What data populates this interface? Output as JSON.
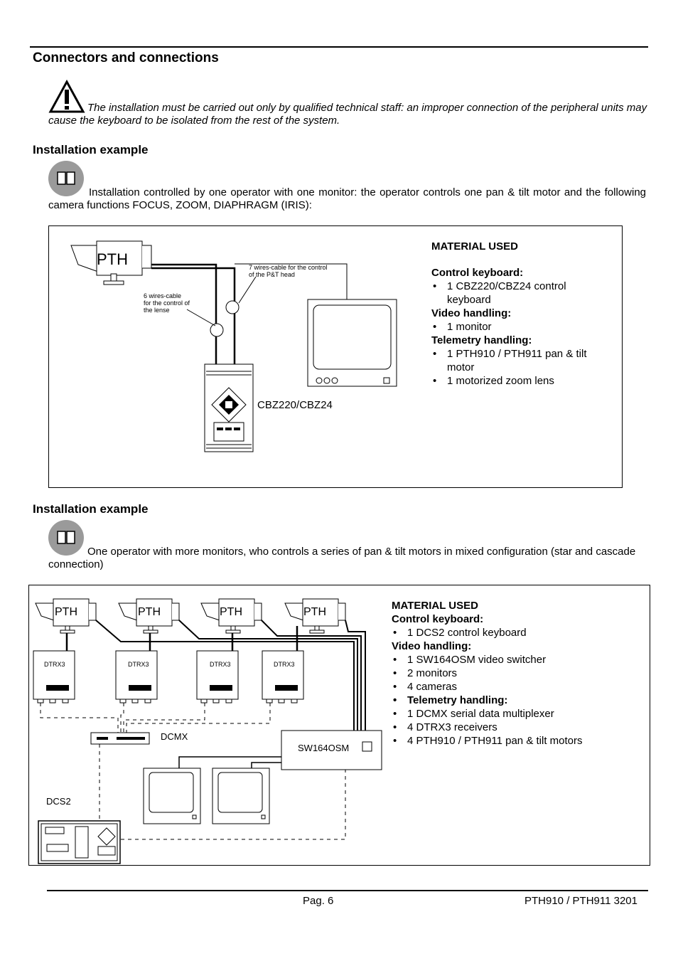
{
  "page": {
    "title": "Connectors and connections",
    "warning_text": "The installation must be carried out only by qualified technical staff: an improper connection of the peripheral units may cause the keyboard to be isolated from the rest of the system."
  },
  "section1": {
    "heading": "Installation example",
    "text": "Installation controlled by one operator with one monitor: the operator controls one pan & tilt motor and the following camera functions FOCUS, ZOOM, DIAPHRAGM (IRIS):",
    "diagram": {
      "pth_label": "PTH",
      "cable_7": "7 wires-cable for the control of the P&T head",
      "cable_6": "6 wires-cable for the control of the lense",
      "keyboard_label": "CBZ220/CBZ24",
      "material": {
        "title": "MATERIAL USED",
        "groups": [
          {
            "heading": "Control keyboard:",
            "items": [
              "1 CBZ220/CBZ24 control keyboard"
            ]
          },
          {
            "heading": "Video handling:",
            "items": [
              "1 monitor"
            ]
          },
          {
            "heading": "Telemetry handling:",
            "items": [
              "1 PTH910 / PTH911 pan & tilt motor",
              "1 motorized zoom lens"
            ]
          }
        ]
      }
    }
  },
  "section2": {
    "heading": "Installation example",
    "text": "One operator with more monitors, who controls a series of pan & tilt motors in mixed configuration (star and cascade connection)",
    "diagram": {
      "pth_labels": [
        "PTH",
        "PTH",
        "PTH",
        "PTH"
      ],
      "receiver_labels": [
        "DTRX3",
        "DTRX3",
        "DTRX3",
        "DTRX3"
      ],
      "dcmx_label": "DCMX",
      "switcher_label": "SW164OSM",
      "dcs2_label": "DCS2",
      "material": {
        "title": "MATERIAL USED",
        "groups": [
          {
            "heading": "Control keyboard:",
            "items": [
              "1 DCS2 control keyboard"
            ]
          },
          {
            "heading": "Video handling:",
            "items": [
              "1 SW164OSM video switcher",
              "2 monitors",
              "4 cameras"
            ]
          },
          {
            "heading": "Telemetry handling:",
            "items": [
              "1 DCMX serial data multiplexer",
              "4 DTRX3 receivers",
              "4 PTH910 / PTH911 pan & tilt motors"
            ]
          }
        ]
      }
    }
  },
  "footer": {
    "page": "Pag. 6",
    "doc": "PTH910 / PTH911 3201"
  }
}
